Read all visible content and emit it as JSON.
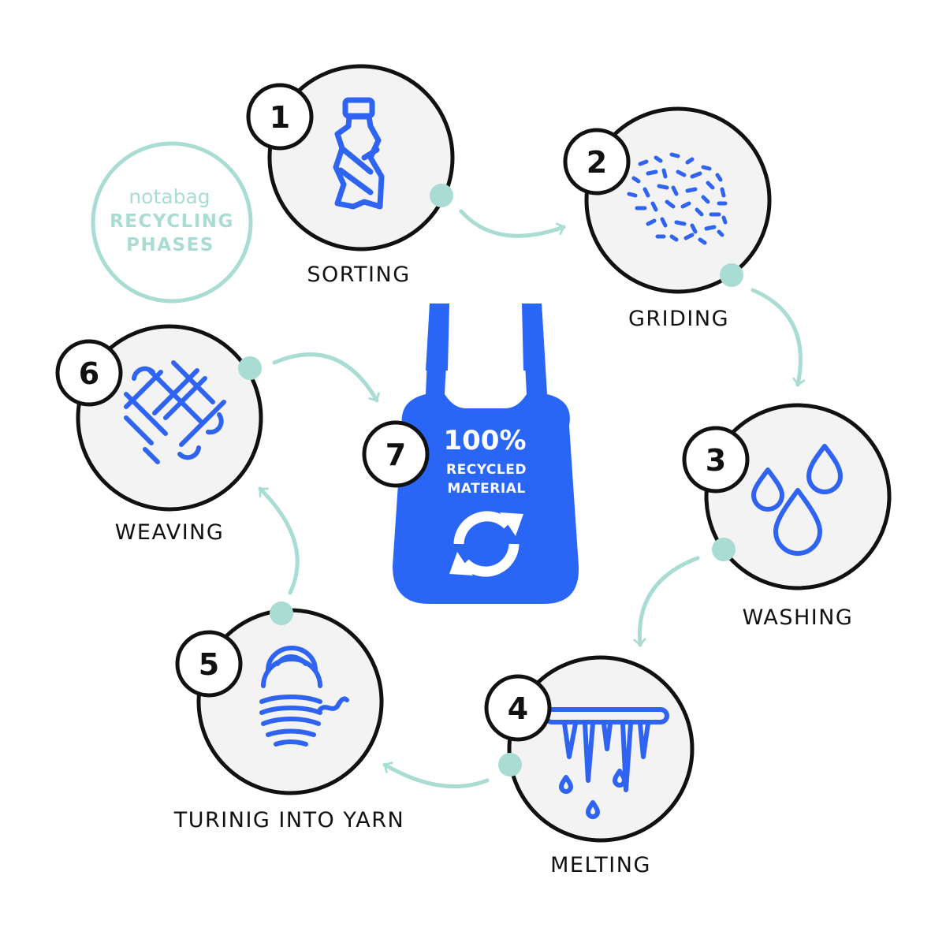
{
  "brand": {
    "name": "notabag",
    "title_line1": "RECYCLING",
    "title_line2": "PHASES"
  },
  "colors": {
    "icon_blue": "#2f64f2",
    "bag_blue": "#2a66f6",
    "mint": "#a9dcd2",
    "circle_fill": "#f3f3f3",
    "outline": "#111111"
  },
  "steps": [
    {
      "number": "1",
      "label": "SORTING",
      "icon": "plastic-bottle-icon"
    },
    {
      "number": "2",
      "label": "GRIDING",
      "icon": "plastic-flakes-icon"
    },
    {
      "number": "3",
      "label": "WASHING",
      "icon": "water-drops-icon"
    },
    {
      "number": "4",
      "label": "MELTING",
      "icon": "melting-icon"
    },
    {
      "number": "5",
      "label": "TURINIG INTO YARN",
      "icon": "yarn-ball-icon"
    },
    {
      "number": "6",
      "label": "WEAVING",
      "icon": "weave-icon"
    }
  ],
  "final_step": {
    "number": "7",
    "line1": "100%",
    "line2": "RECYCLED",
    "line3": "MATERIAL",
    "icon": "recycle-arrows-icon"
  }
}
